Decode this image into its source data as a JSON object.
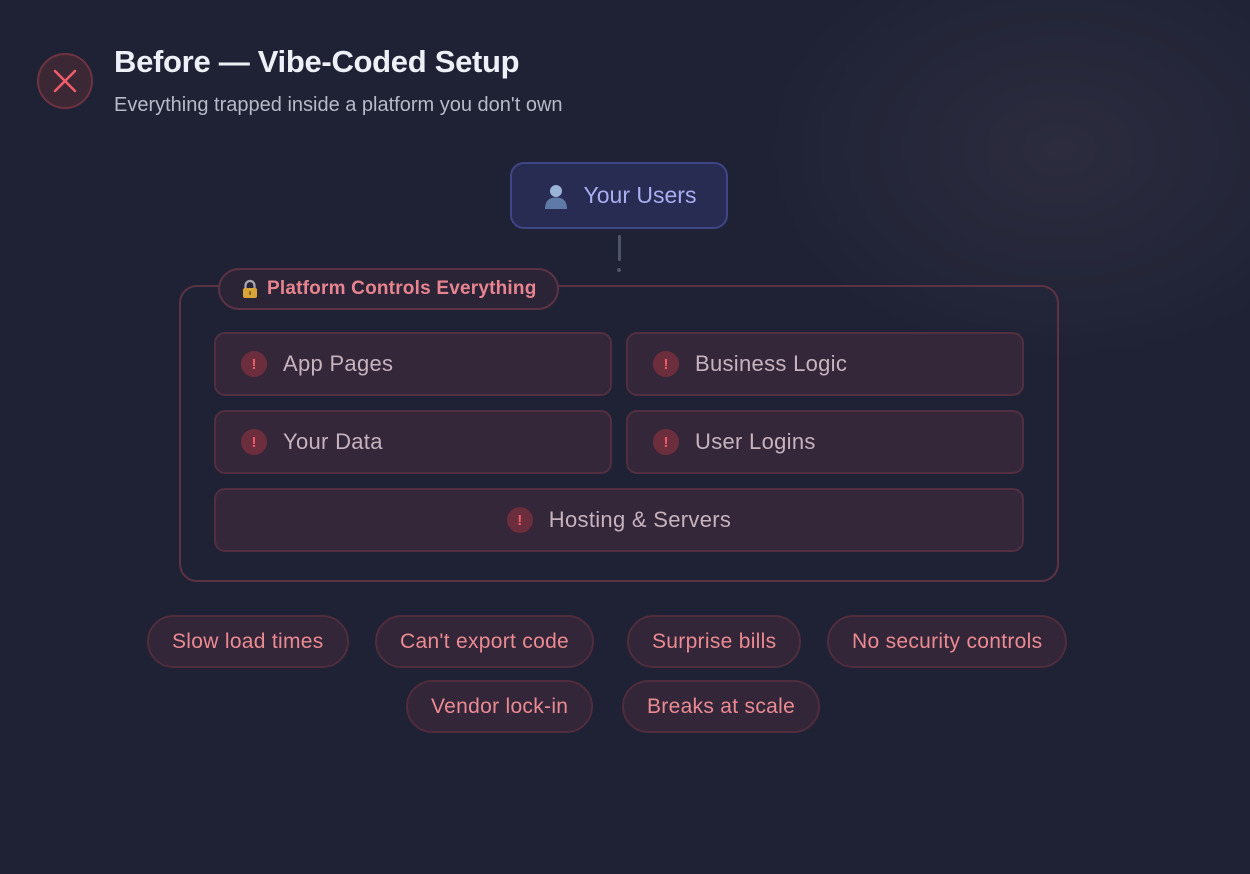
{
  "header": {
    "title": "Before — Vibe-Coded Setup",
    "subtitle": "Everything trapped inside a platform you don't own",
    "status_icon": "close-icon"
  },
  "diagram": {
    "top_node": {
      "label": "Your Users",
      "icon": "user-icon"
    },
    "container": {
      "label": "Platform Controls Everything",
      "icon": "lock-icon",
      "items": [
        {
          "label": "App Pages",
          "icon": "alert-icon"
        },
        {
          "label": "Business Logic",
          "icon": "alert-icon"
        },
        {
          "label": "Your Data",
          "icon": "alert-icon"
        },
        {
          "label": "User Logins",
          "icon": "alert-icon"
        },
        {
          "label": "Hosting & Servers",
          "icon": "alert-icon"
        }
      ]
    }
  },
  "issues": [
    "Slow load times",
    "Can't export code",
    "Surprise bills",
    "No security controls",
    "Vendor lock-in",
    "Breaks at scale"
  ],
  "colors": {
    "background": "#1f2235",
    "danger_accent": "#ef5d6b",
    "danger_text": "#ec8a92",
    "user_accent": "#a9adf2"
  }
}
